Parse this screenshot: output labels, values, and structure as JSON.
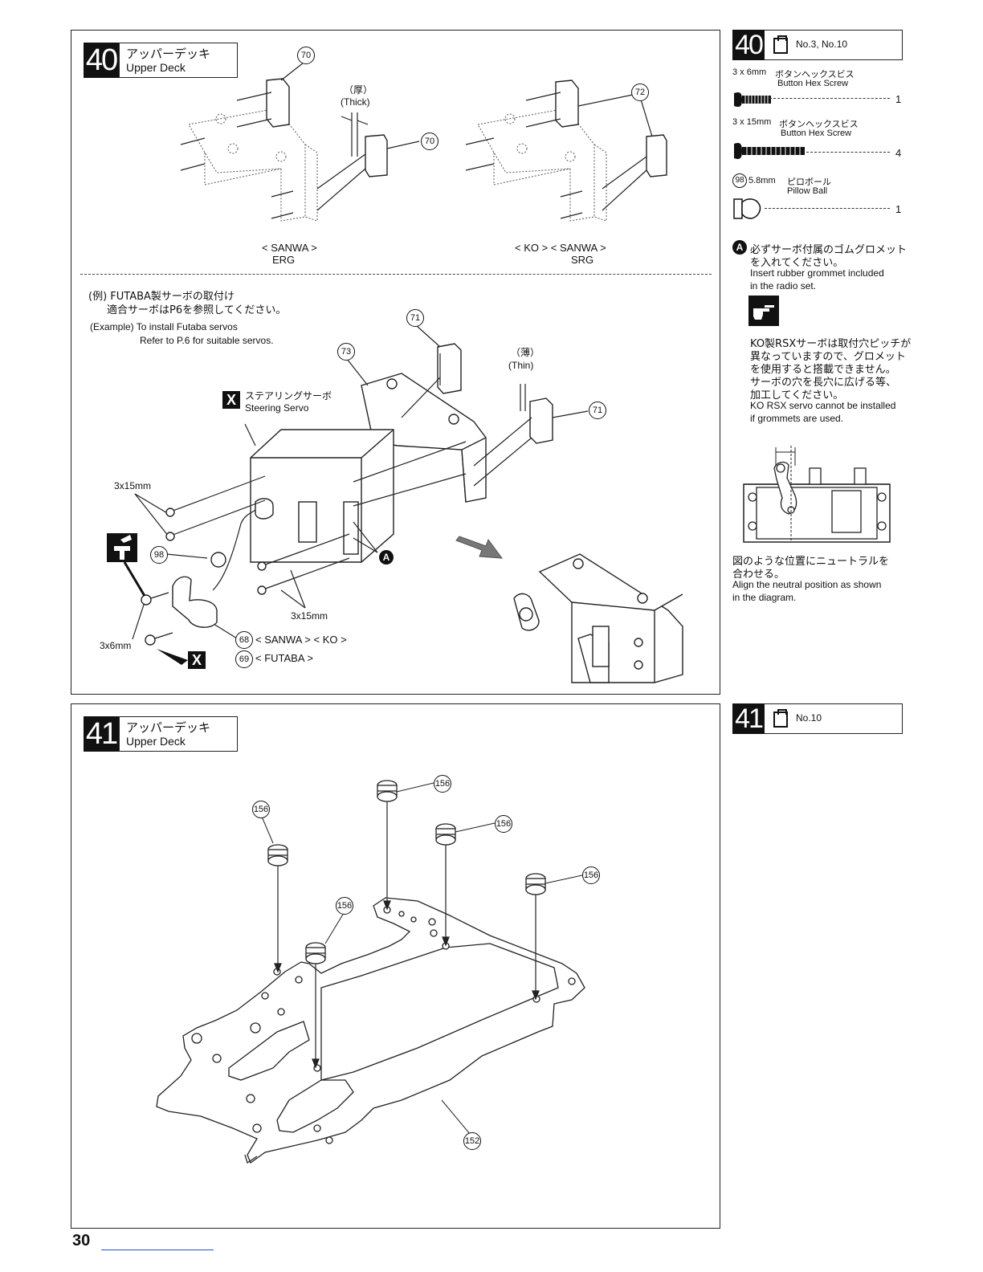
{
  "page_number": "30",
  "step40": {
    "number": "40",
    "title_jp": "アッパーデッキ",
    "title_en": "Upper Deck",
    "thick_jp": "（厚）",
    "thick_en": "(Thick)",
    "thin_jp": "（薄）",
    "thin_en": "(Thin)",
    "label_sanwa_erg_1": "< SANWA >",
    "label_sanwa_erg_2": "ERG",
    "label_ko_srg_1": "< KO >   < SANWA >",
    "label_ko_srg_2": "SRG",
    "example_jp_1": "(例) FUTABA製サーボの取付け",
    "example_jp_2": "適合サーボはP6を参照してください。",
    "example_en_1": "(Example) To install Futaba servos",
    "example_en_2": "Refer to P.6 for suitable servos.",
    "steering_jp": "ステアリングサーボ",
    "steering_en": "Steering Servo",
    "x_mark": "X",
    "a_mark": "A",
    "screw_3x15_a": "3x15mm",
    "screw_3x15_b": "3x15mm",
    "screw_3x6": "3x6mm",
    "horn_68": "< SANWA >  < KO >",
    "horn_69": "< FUTABA >",
    "callouts": [
      "70",
      "70",
      "72",
      "71",
      "71",
      "73",
      "98",
      "68",
      "69"
    ]
  },
  "side40": {
    "number": "40",
    "bag": "No.3, No.10",
    "parts": [
      {
        "size": "3 x 6mm",
        "jp": "ボタンヘックスビス",
        "en": "Button Hex Screw",
        "qty": "1"
      },
      {
        "size": "3 x 15mm",
        "jp": "ボタンヘックスビス",
        "en": "Button Hex Screw",
        "qty": "4"
      },
      {
        "num": "98",
        "size": "5.8mm",
        "jp": "ピロボール",
        "en": "Pillow Ball",
        "qty": "1"
      }
    ],
    "note_a_jp_1": "必ずサーボ付属のゴムグロメット",
    "note_a_jp_2": "を入れてください。",
    "note_a_en_1": "Insert rubber grommet included",
    "note_a_en_2": "in the radio set.",
    "ko_jp": [
      "KO製RSXサーボは取付穴ピッチが",
      "異なっていますので、グロメット",
      "を使用すると搭載できません。",
      "サーボの穴を長穴に広げる等、",
      "加工してください。"
    ],
    "ko_en": [
      "KO RSX servo cannot be installed",
      "if grommets are used."
    ],
    "neutral_jp": [
      "図のような位置にニュートラルを",
      "合わせる。"
    ],
    "neutral_en": [
      "Align the neutral position as shown",
      "in the diagram."
    ]
  },
  "step41": {
    "number": "41",
    "title_jp": "アッパーデッキ",
    "title_en": "Upper Deck",
    "callouts": [
      "156",
      "156",
      "156",
      "156",
      "156",
      "152"
    ]
  },
  "side41": {
    "number": "41",
    "bag": "No.10"
  }
}
